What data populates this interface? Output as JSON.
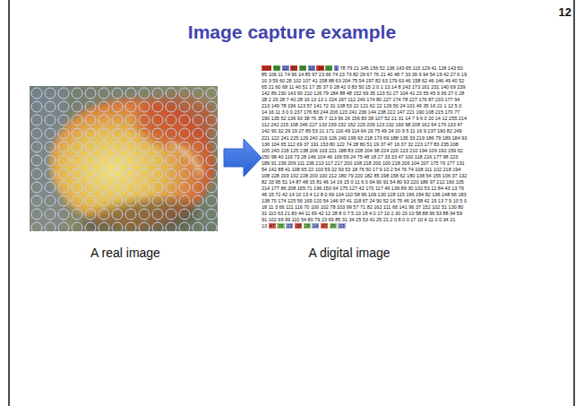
{
  "diagram": {
    "title": "Image capture example",
    "labels": [
      "12",
      "103",
      "59",
      "12",
      "80",
      "56",
      "12",
      "34",
      "30",
      "1",
      "78 79 21 145 156 52 136 143 65 115 129 41 128 143 50 85 106 11 74 96 14 85 97 23 66 74 23 73 82 29 67 76 21 40 48 7 33 39 9 94 54 19 42 27 6 19 10 3 59 60 28 102 107 41 208 88 63 204 75 54 197 82 63 179 63 46 158 62 46 146 49 40 52 65 21 60 68 11 40 51 17 35 37 0 28 42 0 83 50 15 2 0 1 13 14 8 243 173 161 231 140 69 239 142 89 230 143 90 210 126 79 184 88 48 152 69 35 123 51 27 104 41 23 55 45 9 36 27 0 28 28 2 29 28 7 40 28 16 13 13 1 224 167 112 240 174 80 227 174 78 227 176 87 233 177 94 213 149 78 196 123 57 141 72 31 108 53 22 121 62 22 126 50 24 101 49 35 16 21 1 12 5 0 14 16 11 3 0 0 237 176 83 244 206 123 241 236 144 238 222 147 221 190 108 215 170 77 190 135 52 136 93 38 76 35 7 113 56 26 156 83 38 107 52 21 31 14 7 9 6 0 20 14 12 255 214 112 242 215 108 246 227 133 239 232 152 229 209 123 232 193 98 208 162 64 179 133 47 142 90 32 29 19 27 89 53 21 171 116 49 114 64 29 75 49 24 10 9 5 11 16 9 237 190 82 249 221 122 241 225 129 240 219 126 240 199 93 218 173 69 188 135 33 219 186 79 189 184 93 136 104 65 112 69 37 191 153 80 122 74 28 80 51 19 37 47 16 37 32 223 177 83 235 208 105 243 218 125 238 206 103 221 188 83 228 204 98 224 220 123 210 194 109 192 159 62 150 98 40 116 73 28 146 104 46 109 59 24 75 48 18 27 33 33 47 100 118 216 177 98 223 189 91 239 209 111 236 213 117 217 200 108 218 200 100 218 206 104 207 175 76 177 131 54 142 88 41 108 65 22 103 59 22 93 53 18 76 50 17 9 10 2 54 76 74 108 111 102 218 194 108 228 203 102 228 200 100 212 180 79 220 182 85 198 158 62 180 138 54 155 106 37 132 82 33 95 51 14 87 48 15 81 46 14 16 15 0 11 6 0 64 90 91 54 80 93 220 186 97 212 190 105 214 177 86 208 165 71 196 150 64 175 127 42 170 117 49 139 89 30 102 53 12 84 43 13 79 46 15 72 42 14 10 13 4 12 8 0 69 104 110 58 96 109 130 128 115 196 154 82 196 148 66 183 138 70 174 125 56 169 120 54 146 97 41 118 67 24 90 52 16 75 46 16 58 42 19 13 7 9 10 5 0 18 11 3 66 111 116 70 100 102 78 103 99 57 71 82 162 111 66 141 96 37 152 102 51 130 80 31 110 63 21 83 44 11 69 42 12 28 8 0 7 5 10 18 4 0 17 10 2 30 20 10 58 88 96 53 88 94 59 91 102 69 99 110 54 80 79 23 69 85 31 34 25 53 41 25 21 2 0 8 0 0 17 10 4 11 0 0 34 21 13",
      "47",
      "35",
      "23",
      "38",
      "28",
      "14",
      "47",
      "35",
      "23",
      "A real image",
      "A digital image"
    ]
  }
}
